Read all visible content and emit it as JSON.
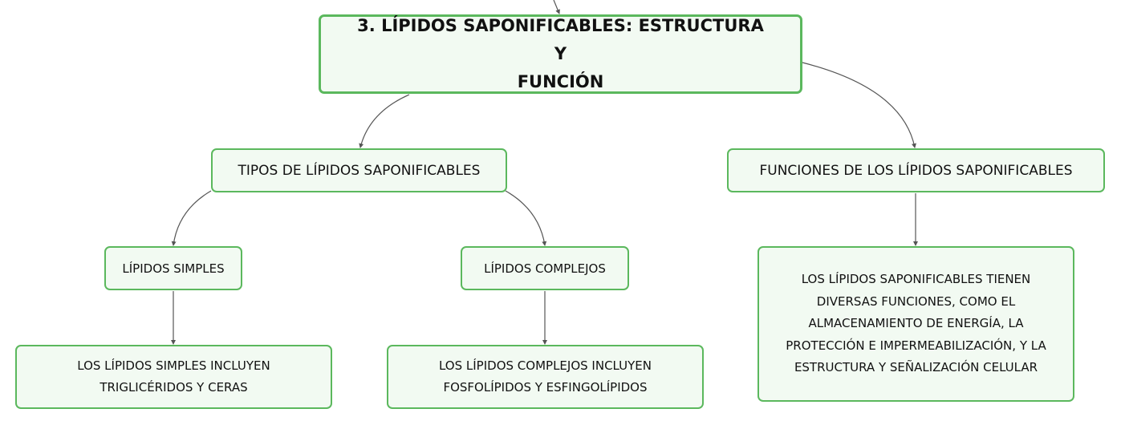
{
  "diagram": {
    "root": {
      "label_line1": "3. LÍPIDOS SAPONIFICABLES: ESTRUCTURA Y",
      "label_line2": "FUNCIÓN"
    },
    "branches": {
      "tipos": {
        "label": "TIPOS DE LÍPIDOS SAPONIFICABLES",
        "simples": {
          "label": "LÍPIDOS SIMPLES",
          "detail_line1": "LOS LÍPIDOS SIMPLES INCLUYEN",
          "detail_line2": "TRIGLICÉRIDOS Y CERAS"
        },
        "complejos": {
          "label": "LÍPIDOS COMPLEJOS",
          "detail_line1": "LOS LÍPIDOS COMPLEJOS INCLUYEN",
          "detail_line2": "FOSFOLÍPIDOS Y ESFINGOLÍPIDOS"
        }
      },
      "funciones": {
        "label": "FUNCIONES DE LOS LÍPIDOS SAPONIFICABLES",
        "detail_lines": [
          "LOS LÍPIDOS SAPONIFICABLES TIENEN",
          "DIVERSAS FUNCIONES, COMO EL",
          "ALMACENAMIENTO DE ENERGÍA, LA",
          "PROTECCIÓN E IMPERMEABILIZACIÓN, Y LA",
          "ESTRUCTURA Y SEÑALIZACIÓN CELULAR"
        ]
      }
    },
    "colors": {
      "node_border": "#5bb85d",
      "node_fill": "#f2faf2",
      "connector": "#555555"
    }
  }
}
